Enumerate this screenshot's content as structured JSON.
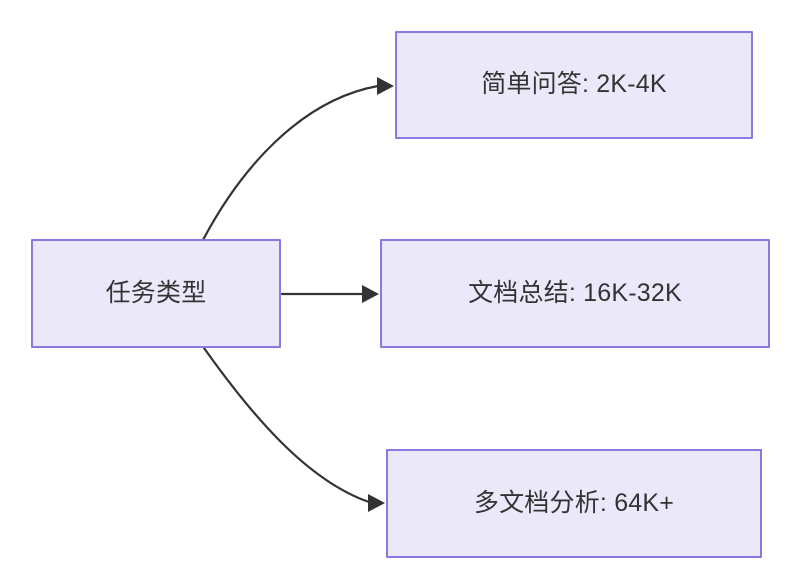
{
  "diagram": {
    "type": "flowchart",
    "direction": "left-to-right",
    "background_color": "#ffffff",
    "node_fill_color": "#ebe8fa",
    "node_border_color": "#8b78e0",
    "node_text_color": "#333333",
    "edge_color": "#333333",
    "source_node": {
      "id": "task-type",
      "label": "任务类型"
    },
    "target_nodes": [
      {
        "id": "simple-qa",
        "label": "简单问答: 2K-4K",
        "task": "简单问答",
        "context_length": "2K-4K"
      },
      {
        "id": "doc-summary",
        "label": "文档总结: 16K-32K",
        "task": "文档总结",
        "context_length": "16K-32K"
      },
      {
        "id": "multi-doc-analysis",
        "label": "多文档分析: 64K+",
        "task": "多文档分析",
        "context_length": "64K+"
      }
    ],
    "edges": [
      {
        "id": "edge-to-simple-qa",
        "from": "任务类型",
        "to": "简单问答: 2K-4K",
        "style": "curved",
        "label": ""
      },
      {
        "id": "edge-to-doc-summary",
        "from": "任务类型",
        "to": "文档总结: 16K-32K",
        "style": "straight",
        "label": ""
      },
      {
        "id": "edge-to-multi-doc-analysis",
        "from": "任务类型",
        "to": "多文档分析: 64K+",
        "style": "curved",
        "label": ""
      }
    ]
  }
}
